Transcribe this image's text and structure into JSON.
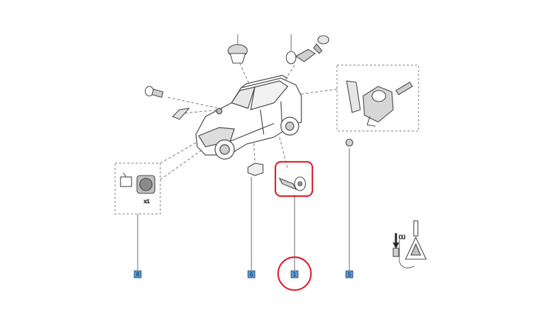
{
  "colors": {
    "background": "#ffffff",
    "line": "#555555",
    "callout_fill": "#5b9bd5",
    "callout_border": "#1f4e79",
    "highlight": "#e0202a"
  },
  "callouts": [
    {
      "id": "part-8",
      "label": "8"
    },
    {
      "id": "part-6",
      "label": "6"
    },
    {
      "id": "part-1",
      "label": "1"
    },
    {
      "id": "part-5",
      "label": "5"
    }
  ],
  "annotations": {
    "lock_small_text": "x1",
    "key_note": "(1)"
  },
  "highlighted_part": "1"
}
